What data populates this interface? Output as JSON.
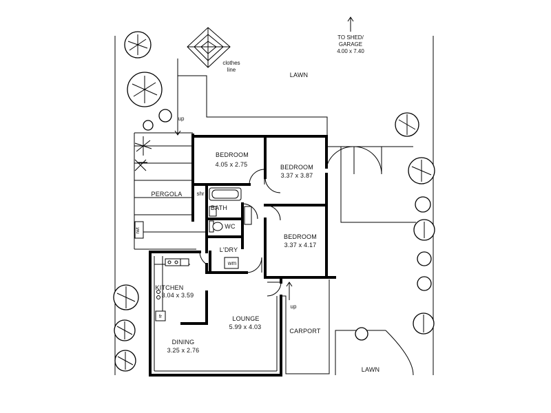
{
  "rooms": {
    "bedroom1": {
      "name": "BEDROOM",
      "dims": "4.05 x 2.75"
    },
    "bedroom2": {
      "name": "BEDROOM",
      "dims": "3.37 x 3.87"
    },
    "bedroom3": {
      "name": "BEDROOM",
      "dims": "3.37 x 4.17"
    },
    "kitchen": {
      "name": "KITCHEN",
      "dims": "3.04 x 3.59"
    },
    "lounge": {
      "name": "LOUNGE",
      "dims": "5.99 x 4.03"
    },
    "dining": {
      "name": "DINING",
      "dims": "3.25 x 2.76"
    },
    "bath": {
      "name": "BATH"
    },
    "wc": {
      "name": "WC"
    },
    "laundry": {
      "name": "L'DRY"
    },
    "pergola": {
      "name": "PERGOLA"
    },
    "carport": {
      "name": "CARPORT"
    }
  },
  "fixtures": {
    "shower": "shr",
    "washing_machine": "wm",
    "fridge": "fr",
    "rwt": "rwt"
  },
  "exterior": {
    "lawn_top": "LAWN",
    "lawn_bottom": "LAWN",
    "clothes_line_1": "clothes",
    "clothes_line_2": "line",
    "shed_1": "TO SHED/",
    "shed_2": "GARAGE",
    "shed_3": "4.00 x 7.40",
    "up_pergola": "up",
    "up_carport": "up"
  },
  "colors": {
    "ink": "#000000",
    "paper": "#ffffff"
  }
}
